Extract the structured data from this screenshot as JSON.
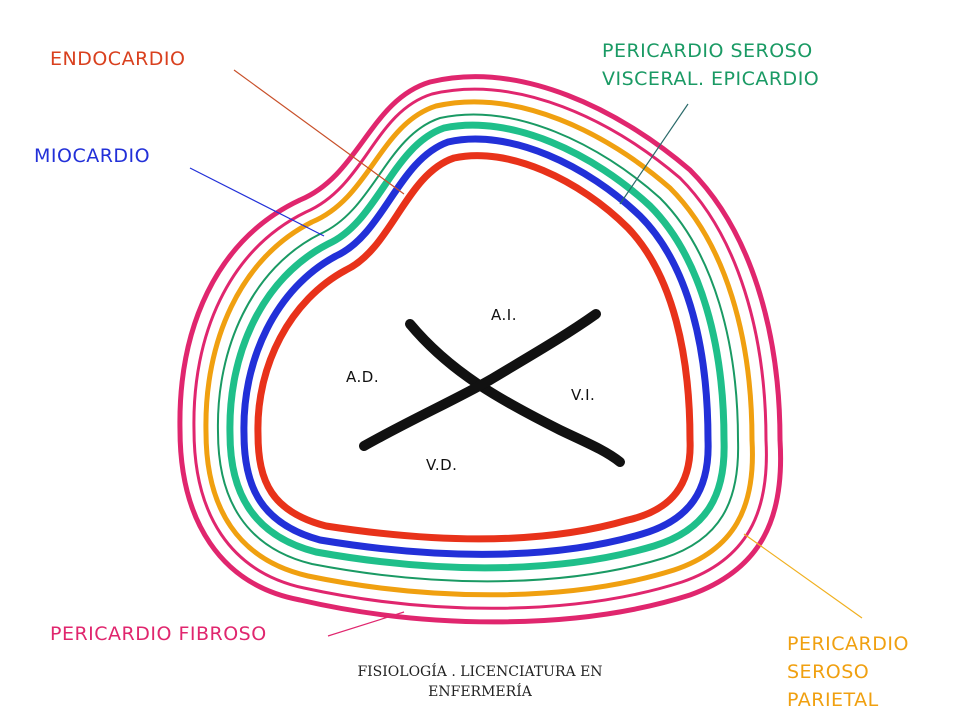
{
  "labels": {
    "endocardio": "ENDOCARDIO",
    "miocardio": "MIOCARDIO",
    "epicardio": "PERICARDIO SEROSO\nVISCERAL. EPICARDIO",
    "fibroso": "PERICARDIO FIBROSO",
    "parietal": "PERICARDIO\nSEROSO\nPARIETAL"
  },
  "chambers": {
    "ai": "A.I.",
    "ad": "A.D.",
    "vi": "V.I.",
    "vd": "V.D."
  },
  "footer": "FISIOLOGÍA . LICENCIATURA EN\nENFERMERÍA",
  "colors": {
    "endocardio": "#d9401e",
    "miocardio": "#2230d8",
    "epicardio": "#1a9a64",
    "fibroso": "#e0266e",
    "parietal": "#f0a010",
    "septum": "#111111"
  }
}
